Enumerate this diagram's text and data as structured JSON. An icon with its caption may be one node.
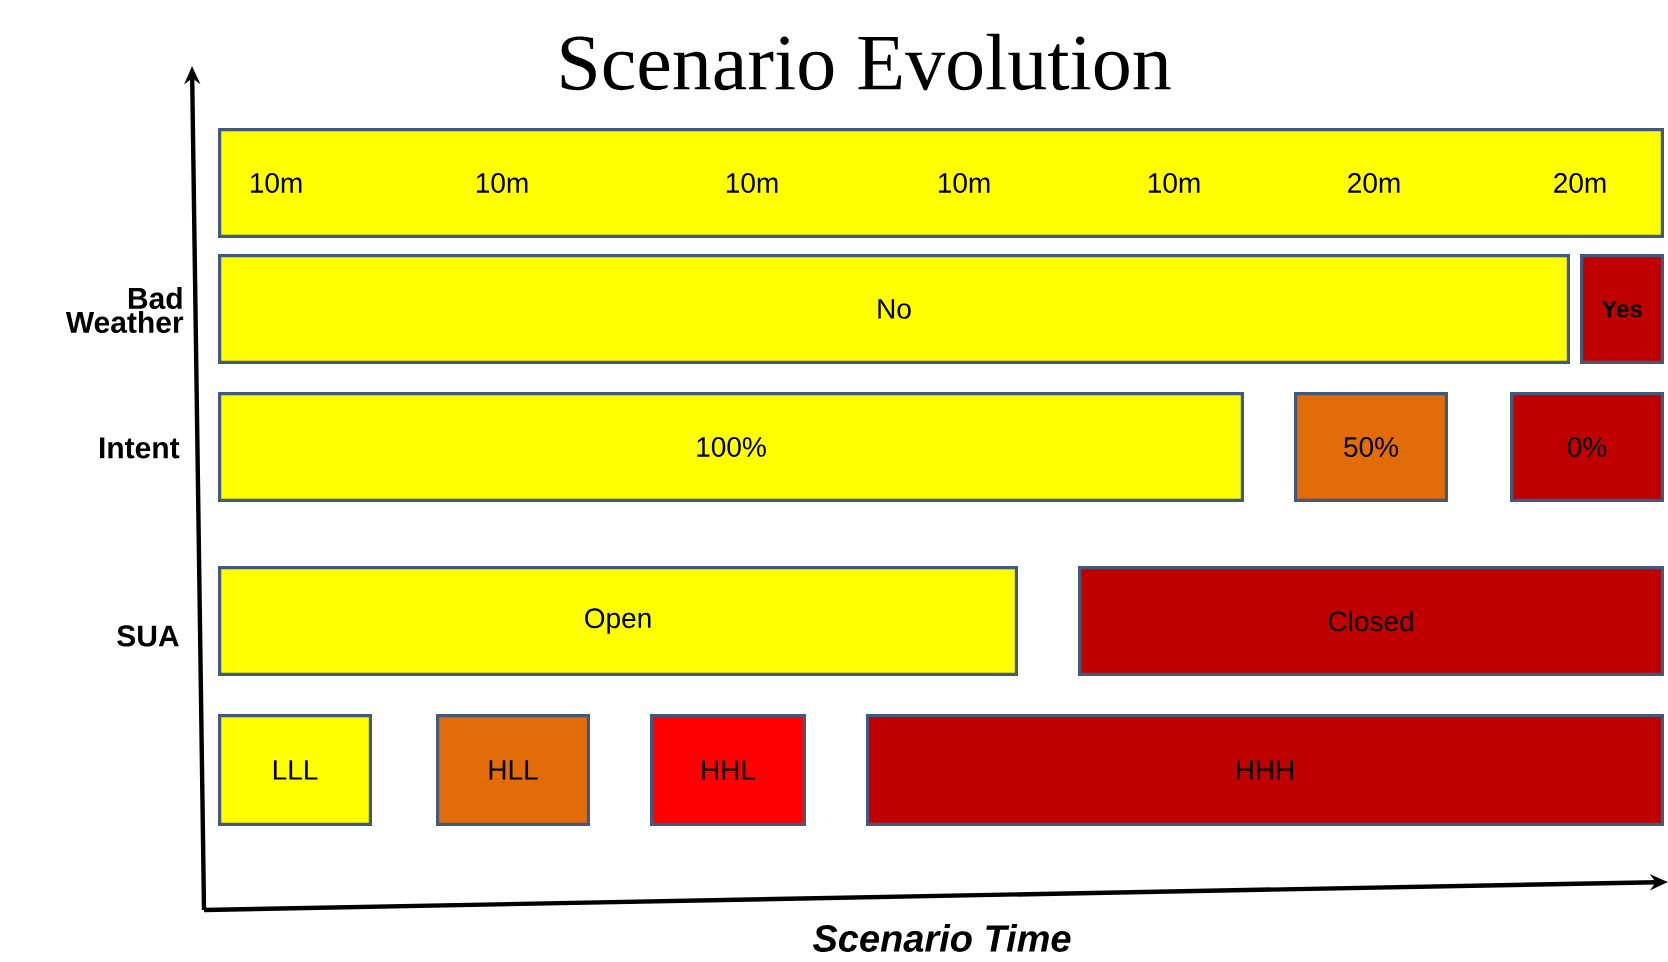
{
  "diagram": {
    "title": "Scenario Evolution",
    "nodes": [
      {
        "text": [
          "10m",
          "10m",
          "10m",
          "10m",
          "10m",
          "20m",
          "20m"
        ]
      },
      {
        "text": [
          "No"
        ]
      },
      {
        "text": [
          "Yes"
        ]
      },
      {
        "text": [
          "100%"
        ]
      },
      {
        "text": [
          "50%"
        ]
      },
      {
        "text": [
          "0%"
        ]
      },
      {
        "text": [
          "Open"
        ]
      },
      {
        "text": [
          "Closed"
        ]
      },
      {
        "text": [
          "LLL"
        ]
      },
      {
        "text": [
          "HLL"
        ]
      },
      {
        "text": [
          "HHL"
        ]
      },
      {
        "text": [
          "HHH"
        ]
      }
    ],
    "labels": [
      "Bad Weather",
      "Intent",
      "SUA",
      "Scenario Time"
    ]
  }
}
